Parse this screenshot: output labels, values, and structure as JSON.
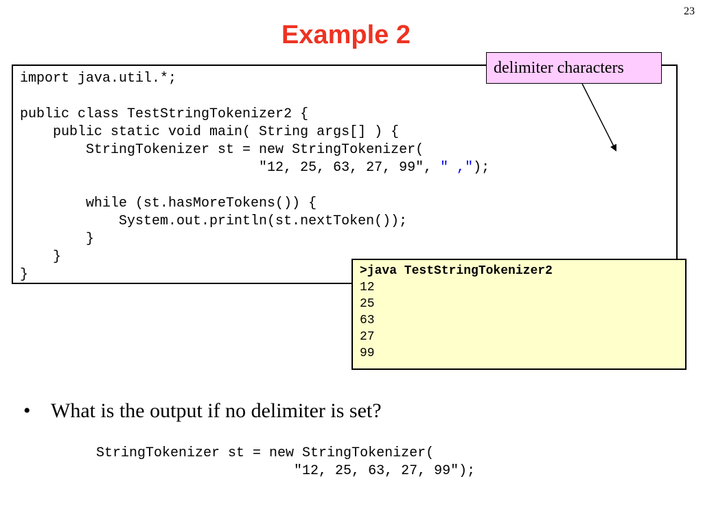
{
  "slide": {
    "page_number": "23",
    "title": "Example 2"
  },
  "annotation": {
    "label": "delimiter characters"
  },
  "code": {
    "line1": "import java.util.*;",
    "line3": "public class TestStringTokenizer2 {",
    "line4": "    public static void main( String args[] ) {",
    "line5": "        StringTokenizer st = new StringTokenizer(",
    "line6_prefix": "                             \"12, 25, 63, 27, 99\", ",
    "line6_delim": "\" ,\"",
    "line6_suffix": ");",
    "line8": "        while (st.hasMoreTokens()) {",
    "line9": "            System.out.println(st.nextToken());",
    "line10": "        }",
    "line11": "    }",
    "line12": "}"
  },
  "output": {
    "command": ">java TestStringTokenizer2",
    "lines": [
      "12",
      "25",
      "63",
      "27",
      "99"
    ]
  },
  "bullet": {
    "symbol": "•",
    "question": "What is the output if no delimiter is set?"
  },
  "bottom_code": {
    "line1": "StringTokenizer st = new StringTokenizer(",
    "line2": "                        \"12, 25, 63, 27, 99\");"
  },
  "colors": {
    "title": "#ee3322",
    "annotation_bg": "#ffccff",
    "output_bg": "#ffffcc",
    "delimiter_highlight": "#0000ee"
  }
}
